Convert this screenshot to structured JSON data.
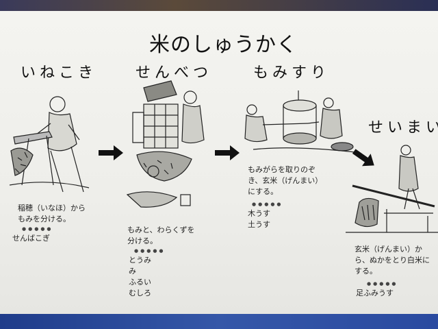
{
  "title": "米のしゅうかく",
  "steps": [
    {
      "heading": "いねこき",
      "desc_lines": [
        "稲穂（いなほ）から",
        "もみを分ける。"
      ],
      "tools": [
        "せんばこぎ"
      ]
    },
    {
      "heading": "せんべつ",
      "desc_lines": [
        "もみと、わらくずを",
        "分ける。"
      ],
      "tools": [
        "とうみ",
        "み",
        "ふるい",
        "むしろ"
      ]
    },
    {
      "heading": "もみすり",
      "desc_lines": [
        "もみがらを取りのぞ",
        "き、玄米（げんまい）",
        "にする。"
      ],
      "tools": [
        "木うす",
        "土うす"
      ]
    },
    {
      "heading": "せいまい",
      "desc_lines": [
        "玄米（げんまい）か",
        "ら、ぬかをとり白米に",
        "する。"
      ],
      "tools": [
        "足ふみうす"
      ]
    }
  ],
  "colors": {
    "board": "#f0f0ec",
    "ink": "#111111",
    "frame_blue": "#2a4aa0"
  },
  "icons": [
    "arrow-right-icon",
    "arrow-right-icon",
    "arrow-down-right-icon"
  ]
}
